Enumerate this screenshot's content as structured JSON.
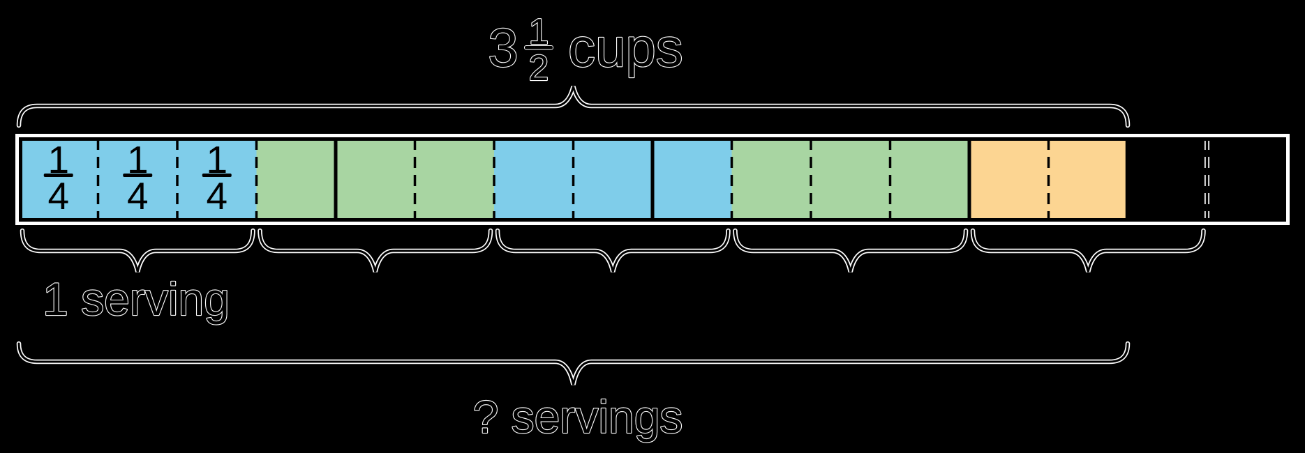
{
  "palette": {
    "blue": "#7FCDEA",
    "green": "#A8D5A2",
    "orange": "#FCD592",
    "stroke": "#000000",
    "casing": "#FFFFFF",
    "background": "#000000"
  },
  "top_label": {
    "whole": "3",
    "numerator": "1",
    "denominator": "2",
    "unit": "cups"
  },
  "labels": {
    "first_serving": "1 serving",
    "total_servings": "? servings"
  },
  "bar": {
    "cells": [
      {
        "color": "blue",
        "fraction": {
          "numerator": "1",
          "denominator": "4"
        }
      },
      {
        "color": "blue",
        "fraction": {
          "numerator": "1",
          "denominator": "4"
        }
      },
      {
        "color": "blue",
        "fraction": {
          "numerator": "1",
          "denominator": "4"
        }
      },
      {
        "color": "green"
      },
      {
        "color": "green"
      },
      {
        "color": "green"
      },
      {
        "color": "blue"
      },
      {
        "color": "blue"
      },
      {
        "color": "blue"
      },
      {
        "color": "green"
      },
      {
        "color": "green"
      },
      {
        "color": "green"
      },
      {
        "color": "orange"
      },
      {
        "color": "orange"
      },
      {
        "color": "empty"
      },
      {
        "color": "empty"
      }
    ],
    "cells_per_serving": 3,
    "cells_per_cup": 4,
    "colored_cells": 14
  },
  "serving_braces": {
    "count": 5
  }
}
